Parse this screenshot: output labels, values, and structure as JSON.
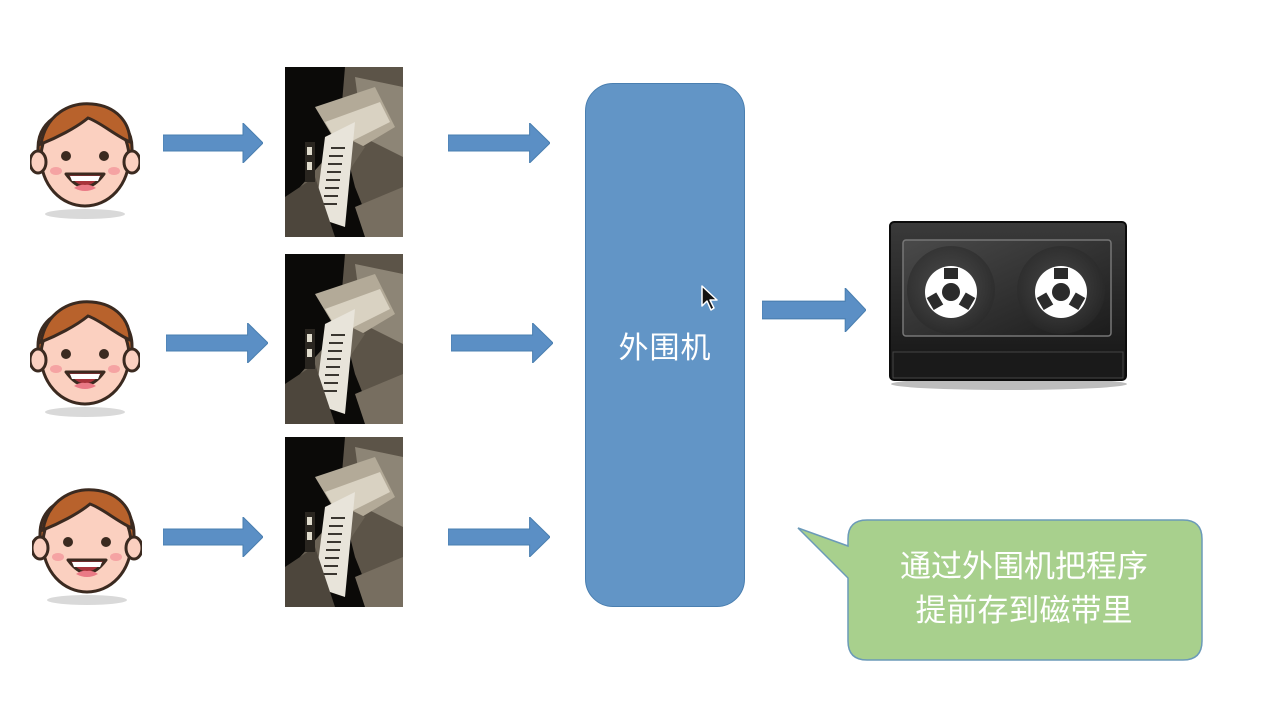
{
  "peripheral": {
    "label": "外围机"
  },
  "callout": {
    "lines": [
      "通过外围机把程序",
      "提前存到磁带里"
    ]
  },
  "users": [
    {
      "icon": "user-face-icon"
    },
    {
      "icon": "user-face-icon"
    },
    {
      "icon": "user-face-icon"
    }
  ],
  "readers": [
    {
      "icon": "punch-card-reader-icon"
    },
    {
      "icon": "punch-card-reader-icon"
    },
    {
      "icon": "punch-card-reader-icon"
    }
  ],
  "output": {
    "icon": "magnetic-tape-icon"
  },
  "colors": {
    "arrow": "#5b8fc5",
    "peripheral": "#6295c6",
    "callout": "#a8d08d",
    "callout_border": "#6b9ab8"
  }
}
